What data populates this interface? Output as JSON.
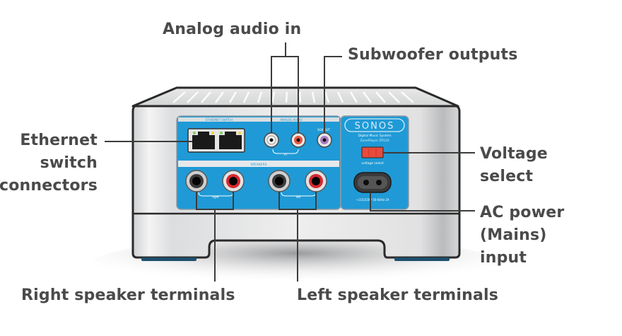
{
  "title": "Sonos ZonePlayer rear panel connections",
  "device": {
    "brand": "SONOS",
    "subtitle_line1": "Digital Music System",
    "subtitle_line2": "ZonePlayer ZP120",
    "panel_labels": {
      "ethernet": "ETHERNET SWITCH",
      "analog": "ANALOG AUDIO",
      "sub": "SUB OUT",
      "speakers": "SPEAKERS",
      "right": "right",
      "left": "left",
      "in": "in",
      "voltage": "voltage select",
      "power": "~115/230V 50-60Hz 2A"
    }
  },
  "callouts": {
    "analog_audio_in": "Analog audio in",
    "subwoofer_outputs": "Subwoofer outputs",
    "ethernet": [
      "Ethernet",
      "switch",
      "connectors"
    ],
    "voltage": [
      "Voltage",
      "select"
    ],
    "ac_power": [
      "AC power",
      "(Mains)",
      "input"
    ],
    "right_speaker": "Right speaker terminals",
    "left_speaker": "Left speaker terminals"
  },
  "colors": {
    "panel_blue": "#1f9ad6",
    "label_text": "#4a4a4a",
    "speaker_red": "#d7282f",
    "analog_white": "#f2f2f2",
    "analog_red": "#e8553c",
    "sub_purple": "#a77cc2",
    "voltage_switch": "#e84a3c",
    "foot_blue": "#1d4f6e"
  }
}
